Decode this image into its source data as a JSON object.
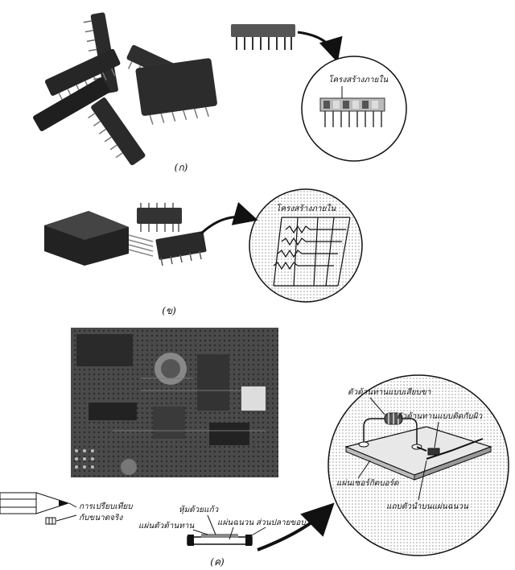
{
  "figure": {
    "captions": {
      "a": "(ก)",
      "b": "(ข)",
      "c": "(ค)"
    },
    "labels": {
      "internal_structure_a": "โครงสร้างภายใน",
      "internal_structure_b": "โครงสร้างภายใน",
      "leaded_resistor": "ตัวต้านทานแบบเสียบขา",
      "smd_resistor": "ตัวต้านทานแบบติดกับผิว",
      "circuit_board": "แผ่นเซอร์กิตบอร์ด",
      "conductor_strip": "แถบตัวนำบนแผ่นฉนวน",
      "size_compare_line1": "การเปรียบเทียบ",
      "size_compare_line2": "กับขนาดจริง",
      "glass_coating": "หุ้มด้วยแก้ว",
      "resistor_film": "แผ่นตัวต้านทาน",
      "insulator_plate": "แผ่นฉนวน",
      "end_terminal": "ส่วนปลายขอบ"
    },
    "colors": {
      "ink": "#111111",
      "chip_dark": "#2b2b2b",
      "chip_mid": "#555555",
      "pcb_dark": "#3a3a3a",
      "halftone": "#cfcfcf"
    }
  }
}
